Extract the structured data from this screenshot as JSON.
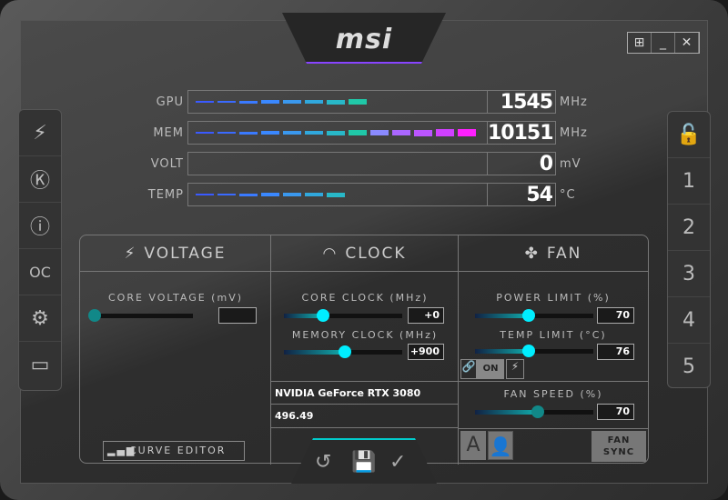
{
  "brand": "msi",
  "window_buttons": [
    "windows",
    "minimize",
    "close"
  ],
  "left_sidebar": [
    "kombustor-icon",
    "k-boost-icon",
    "info-icon",
    "oc-scanner-icon",
    "settings-icon",
    "monitor-icon"
  ],
  "profiles": {
    "lock": "unlock-icon",
    "slots": [
      "1",
      "2",
      "3",
      "4",
      "5"
    ]
  },
  "monitor": [
    {
      "label": "GPU",
      "value": "1545",
      "unit": "MHz",
      "fill": 0.6
    },
    {
      "label": "MEM",
      "value": "10151",
      "unit": "MHz",
      "fill": 1.0
    },
    {
      "label": "VOLT",
      "value": "0",
      "unit": "mV",
      "fill": 0
    },
    {
      "label": "TEMP",
      "value": "54",
      "unit": "°C",
      "fill": 0.54
    }
  ],
  "voltage": {
    "title": "VOLTAGE",
    "core_voltage_label": "CORE VOLTAGE (mV)",
    "core_voltage_value": "",
    "curve_editor": "CURVE EDITOR"
  },
  "clock": {
    "title": "CLOCK",
    "core_label": "CORE CLOCK (MHz)",
    "core_value": "+0",
    "mem_label": "MEMORY CLOCK (MHz)",
    "mem_value": "+900",
    "gpu_name": "NVIDIA GeForce RTX 3080",
    "driver": "496.49"
  },
  "fan": {
    "title": "FAN",
    "power_label": "POWER LIMIT (%)",
    "power_value": "70",
    "temp_label": "TEMP LIMIT (°C)",
    "temp_value": "76",
    "link_state": "ON",
    "speed_label": "FAN SPEED (%)",
    "speed_value": "70",
    "auto": "A",
    "fan_sync": "FAN SYNC"
  }
}
